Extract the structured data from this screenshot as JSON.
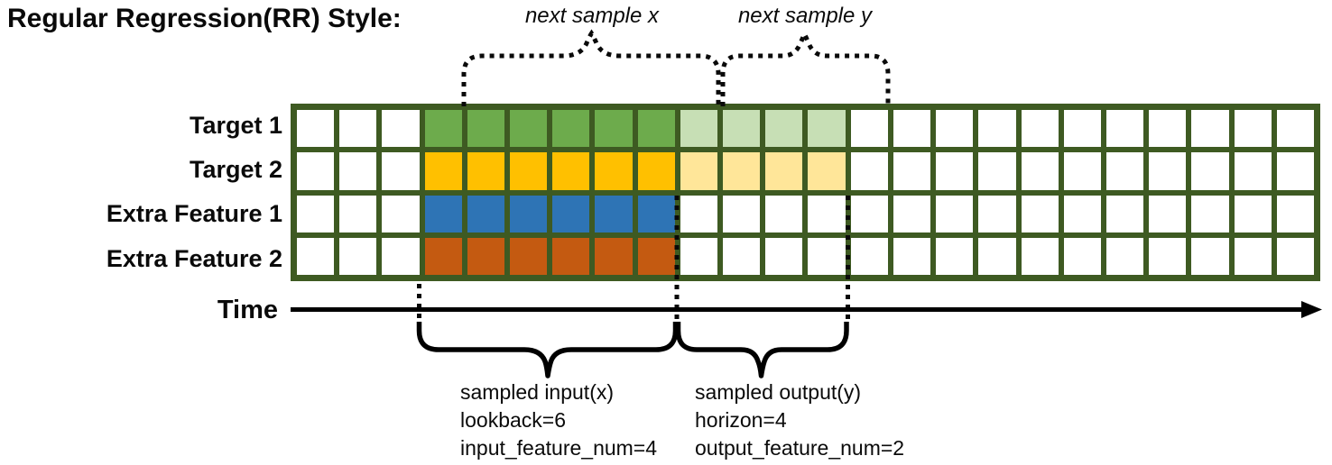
{
  "title": "Regular Regression(RR) Style:",
  "annotations_top": {
    "next_sample_x_label": "next sample x",
    "next_sample_y_label": "next sample y"
  },
  "time_axis": {
    "label": "Time"
  },
  "annotations_bottom": {
    "input_lines": [
      "sampled input(x)",
      "lookback=6",
      "input_feature_num=4"
    ],
    "output_lines": [
      "sampled output(y)",
      "horizon=4",
      "output_feature_num=2"
    ]
  },
  "params": {
    "lookback": 6,
    "horizon": 4,
    "input_feature_num": 4,
    "output_feature_num": 2
  },
  "grid": {
    "num_columns": 24,
    "num_rows": 4,
    "line_color": "#3E5A22",
    "empty_cell_color": "#ffffff",
    "input_columns": {
      "start": 4,
      "end": 9
    },
    "output_columns": {
      "start": 10,
      "end": 13
    },
    "next_sample_x_columns": {
      "start": 5,
      "end": 10
    },
    "next_sample_y_columns": {
      "start": 11,
      "end": 14
    },
    "rows": [
      {
        "label": "Target 1",
        "input_color": "#6DAB4C",
        "output_color": "#C7DFB5",
        "has_output": true
      },
      {
        "label": "Target 2",
        "input_color": "#FFC000",
        "output_color": "#FFE699",
        "has_output": true
      },
      {
        "label": "Extra Feature 1",
        "input_color": "#2E74B5",
        "output_color": null,
        "has_output": false
      },
      {
        "label": "Extra Feature 2",
        "input_color": "#C45A11",
        "output_color": null,
        "has_output": false
      }
    ]
  }
}
